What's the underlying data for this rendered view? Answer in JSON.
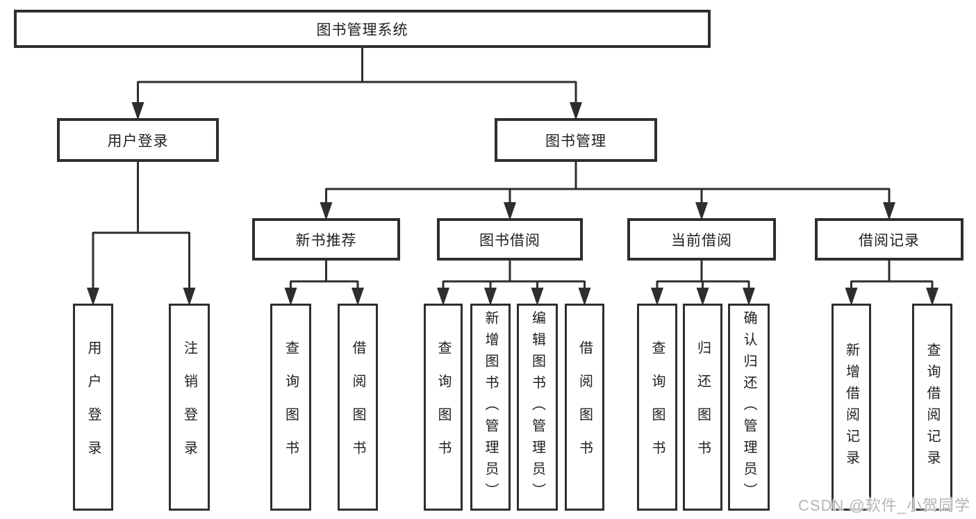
{
  "diagram": {
    "nodes": [
      {
        "id": "root",
        "label": "图书管理系统"
      },
      {
        "id": "user-login",
        "label": "用户登录"
      },
      {
        "id": "book-mgmt",
        "label": "图书管理"
      },
      {
        "id": "new-books",
        "label": "新书推荐"
      },
      {
        "id": "book-borrow",
        "label": "图书借阅"
      },
      {
        "id": "current-borrow",
        "label": "当前借阅"
      },
      {
        "id": "borrow-records",
        "label": "借阅记录"
      },
      {
        "id": "leaf-login",
        "label": "用户登录"
      },
      {
        "id": "leaf-logout",
        "label": "注销登录"
      },
      {
        "id": "leaf-nb-query",
        "label": "查询图书"
      },
      {
        "id": "leaf-nb-borrow",
        "label": "借阅图书"
      },
      {
        "id": "leaf-bb-query",
        "label": "查询图书"
      },
      {
        "id": "leaf-bb-add",
        "label": "新增图书（管理员）"
      },
      {
        "id": "leaf-bb-edit",
        "label": "编辑图书（管理员）"
      },
      {
        "id": "leaf-bb-borrow",
        "label": "借阅图书"
      },
      {
        "id": "leaf-cb-query",
        "label": "查询图书"
      },
      {
        "id": "leaf-cb-return",
        "label": "归还图书"
      },
      {
        "id": "leaf-cb-confirm",
        "label": "确认归还（管理员）"
      },
      {
        "id": "leaf-br-add",
        "label": "新增借阅记录"
      },
      {
        "id": "leaf-br-query",
        "label": "查询借阅记录"
      }
    ],
    "edges": [
      {
        "from": "root",
        "to": [
          "user-login",
          "book-mgmt"
        ]
      },
      {
        "from": "user-login",
        "to": [
          "leaf-login",
          "leaf-logout"
        ]
      },
      {
        "from": "book-mgmt",
        "to": [
          "new-books",
          "book-borrow",
          "current-borrow",
          "borrow-records"
        ]
      },
      {
        "from": "new-books",
        "to": [
          "leaf-nb-query",
          "leaf-nb-borrow"
        ]
      },
      {
        "from": "book-borrow",
        "to": [
          "leaf-bb-query",
          "leaf-bb-add",
          "leaf-bb-edit",
          "leaf-bb-borrow"
        ]
      },
      {
        "from": "current-borrow",
        "to": [
          "leaf-cb-query",
          "leaf-cb-return",
          "leaf-cb-confirm"
        ]
      },
      {
        "from": "borrow-records",
        "to": [
          "leaf-br-add",
          "leaf-br-query"
        ]
      }
    ]
  },
  "watermark": {
    "text": "CSDN @软件_小贺同学"
  },
  "colors": {
    "line": "#2e2e2e",
    "text": "#1f1f1f",
    "background": "#ffffff",
    "watermark": "#b5b5b5"
  }
}
